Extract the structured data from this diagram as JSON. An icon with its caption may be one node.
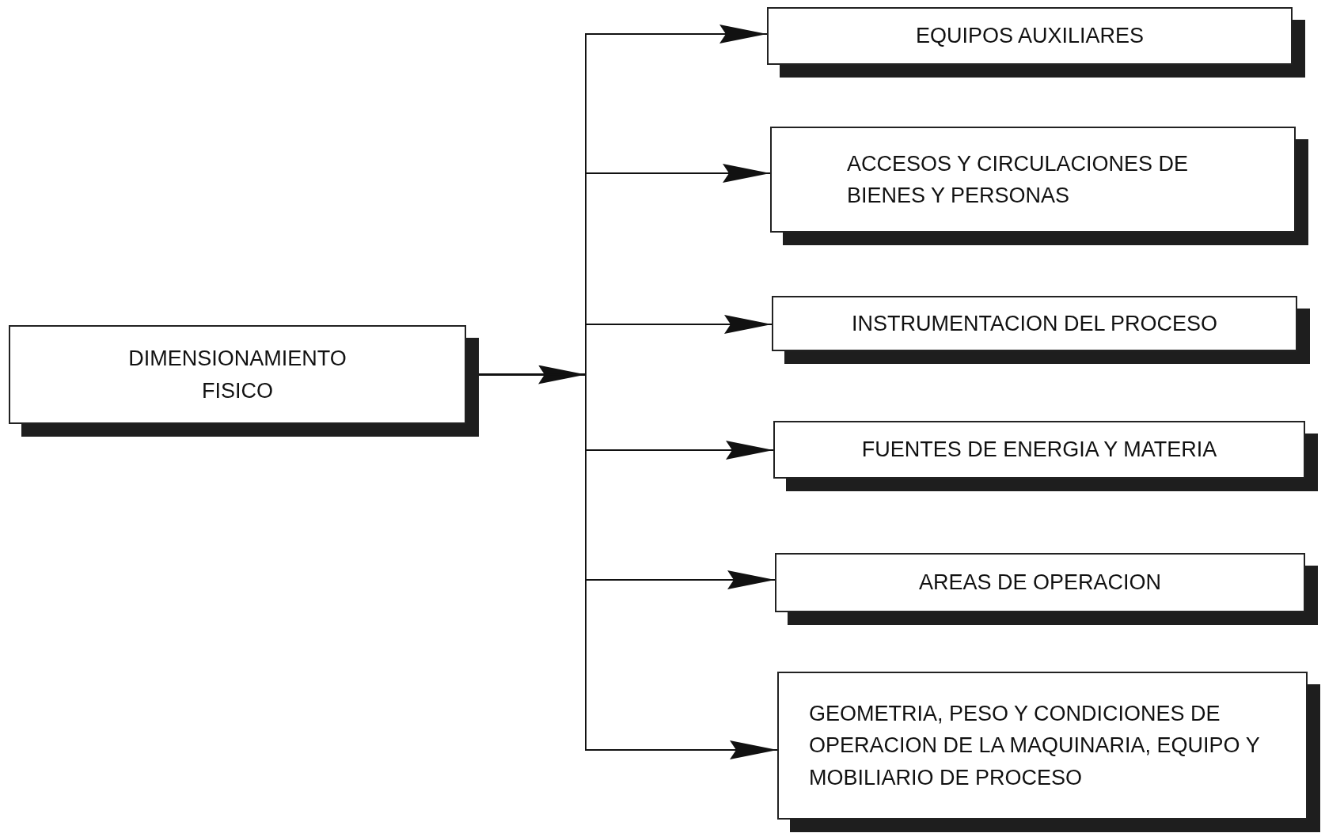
{
  "diagram": {
    "nodes": [
      {
        "text": [
          "DIMENSIONAMIENTO FISICO"
        ]
      },
      {
        "text": [
          "EQUIPOS AUXILIARES"
        ]
      },
      {
        "text": [
          "ACCESOS Y CIRCULACIONES DE BIENES Y PERSONAS"
        ]
      },
      {
        "text": [
          "INSTRUMENTACION DEL PROCESO"
        ]
      },
      {
        "text": [
          "FUENTES DE ENERGIA Y MATERIA"
        ]
      },
      {
        "text": [
          "AREAS DE OPERACION"
        ]
      },
      {
        "text": [
          "GEOMETRIA, PESO Y CONDICIONES DE OPERACION DE LA MAQUINARIA, EQUIPO Y MOBILIARIO DE PROCESO"
        ]
      }
    ],
    "edges": [
      {
        "from": 0,
        "to": 1,
        "arrow": "to"
      },
      {
        "from": 0,
        "to": 2,
        "arrow": "to"
      },
      {
        "from": 0,
        "to": 3,
        "arrow": "to"
      },
      {
        "from": 0,
        "to": 4,
        "arrow": "to"
      },
      {
        "from": 0,
        "to": 5,
        "arrow": "to"
      },
      {
        "from": 0,
        "to": 6,
        "arrow": "to"
      }
    ]
  }
}
